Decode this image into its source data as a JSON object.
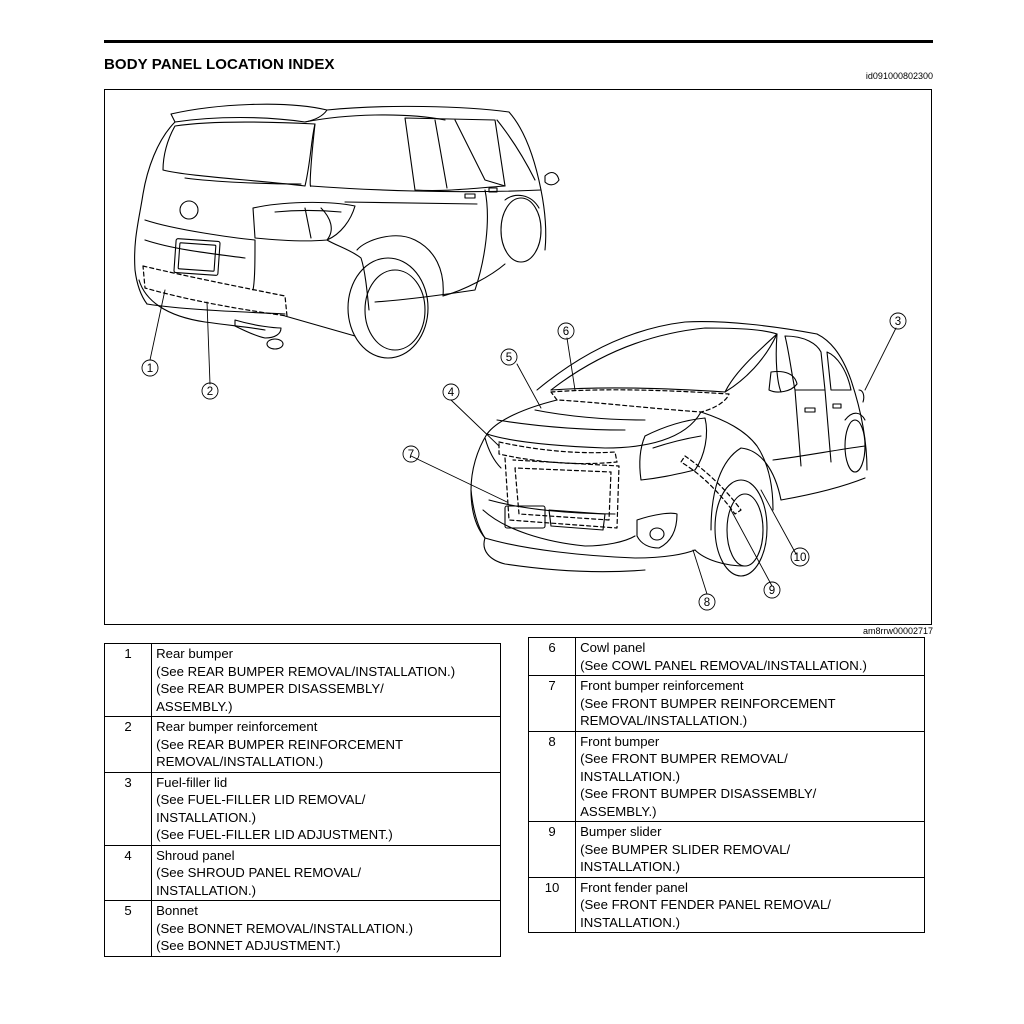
{
  "header": {
    "title": "BODY PANEL LOCATION INDEX",
    "doc_id": "id091000802300"
  },
  "figure": {
    "figure_id": "am8rrw00002717",
    "callouts": [
      "1",
      "2",
      "3",
      "4",
      "5",
      "6",
      "7",
      "8",
      "9",
      "10"
    ]
  },
  "table_left": [
    {
      "num": "1",
      "lines": [
        "Rear bumper",
        "(See REAR BUMPER REMOVAL/INSTALLATION.)",
        "(See REAR BUMPER DISASSEMBLY/",
        "ASSEMBLY.)"
      ]
    },
    {
      "num": "2",
      "lines": [
        "Rear bumper reinforcement",
        "(See REAR BUMPER REINFORCEMENT",
        "REMOVAL/INSTALLATION.)"
      ]
    },
    {
      "num": "3",
      "lines": [
        "Fuel-filler lid",
        "(See FUEL-FILLER LID REMOVAL/",
        "INSTALLATION.)",
        "(See FUEL-FILLER LID ADJUSTMENT.)"
      ]
    },
    {
      "num": "4",
      "lines": [
        "Shroud panel",
        "(See SHROUD PANEL REMOVAL/",
        "INSTALLATION.)"
      ]
    },
    {
      "num": "5",
      "lines": [
        "Bonnet",
        "(See BONNET REMOVAL/INSTALLATION.)",
        "(See BONNET ADJUSTMENT.)"
      ]
    }
  ],
  "table_right": [
    {
      "num": "6",
      "lines": [
        "Cowl panel",
        "(See COWL PANEL REMOVAL/INSTALLATION.)"
      ]
    },
    {
      "num": "7",
      "lines": [
        "Front bumper reinforcement",
        "(See FRONT BUMPER REINFORCEMENT",
        "REMOVAL/INSTALLATION.)"
      ]
    },
    {
      "num": "8",
      "lines": [
        "Front bumper",
        "(See FRONT BUMPER REMOVAL/",
        "INSTALLATION.)",
        "(See FRONT BUMPER DISASSEMBLY/",
        "ASSEMBLY.)"
      ]
    },
    {
      "num": "9",
      "lines": [
        "Bumper slider",
        "(See BUMPER SLIDER REMOVAL/",
        "INSTALLATION.)"
      ]
    },
    {
      "num": "10",
      "lines": [
        "Front fender panel",
        "(See FRONT FENDER PANEL REMOVAL/",
        "INSTALLATION.)"
      ]
    }
  ]
}
